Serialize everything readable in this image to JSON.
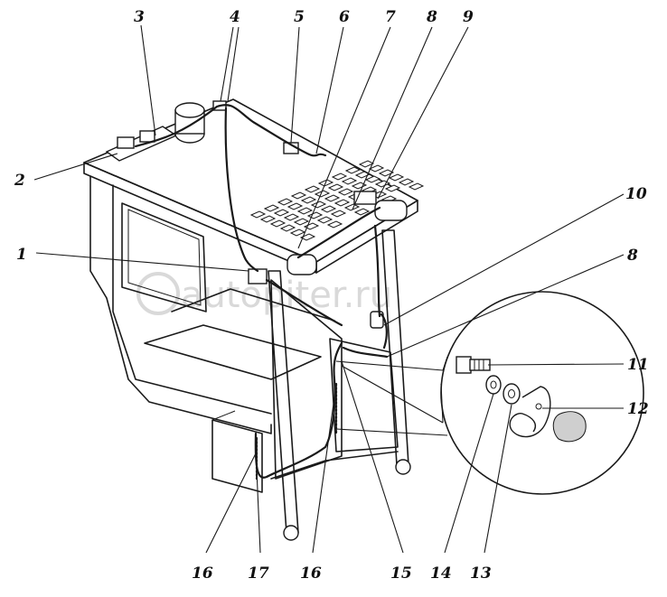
{
  "watermark": "autopiter.ru",
  "callouts": {
    "c1": "1",
    "c2": "2",
    "c3": "3",
    "c4": "4",
    "c5": "5",
    "c6": "6",
    "c7": "7",
    "c8a": "8",
    "c8b": "8",
    "c9": "9",
    "c10": "10",
    "c11": "11",
    "c12": "12",
    "c13": "13",
    "c14": "14",
    "c15": "15",
    "c16a": "16",
    "c16b": "16",
    "c17": "17"
  }
}
